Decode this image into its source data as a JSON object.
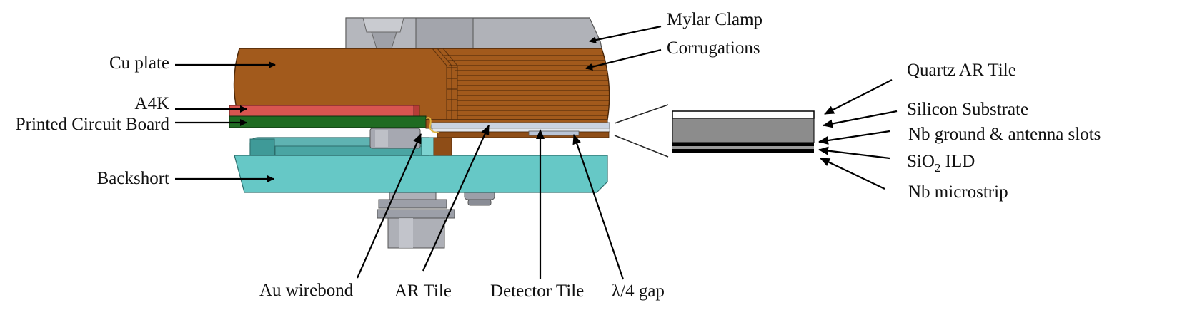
{
  "colors": {
    "copper": "#A25A1C",
    "copper_dark": "#6E3A10",
    "a4k": "#D85550",
    "pcb": "#1F6B22",
    "backshort": "#66C8C6",
    "backshort_dark": "#3F9A98",
    "steel": "#AEB0B7",
    "steel_dark": "#8A8D96",
    "tile": "#B9C4D6"
  },
  "labels": {
    "mylar_clamp": "Mylar Clamp",
    "corrugations": "Corrugations",
    "cu_plate": "Cu plate",
    "a4k": "A4K",
    "pcb": "Printed Circuit Board",
    "backshort": "Backshort",
    "au_wirebond": "Au wirebond",
    "ar_tile": "AR Tile",
    "detector_tile": "Detector Tile",
    "quarter_wave_gap": "λ/4 gap",
    "quartz_ar_tile": "Quartz AR Tile",
    "silicon_substrate": "Silicon Substrate",
    "nb_ground": "Nb ground & antenna slots",
    "sio2_prefix": "SiO",
    "sio2_sub": "2",
    "sio2_suffix": " ILD",
    "nb_microstrip": "Nb microstrip"
  },
  "layer_stack": {
    "title": "",
    "layers": [
      "Quartz AR Tile",
      "Silicon Substrate",
      "Nb ground & antenna slots",
      "SiO2 ILD",
      "Nb microstrip"
    ]
  }
}
